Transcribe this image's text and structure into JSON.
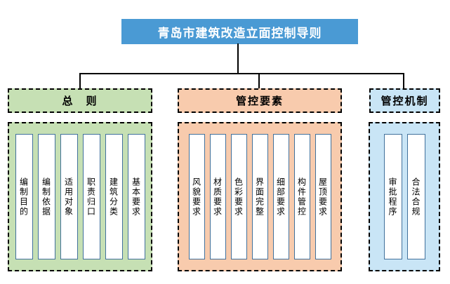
{
  "title": "青岛市建筑改造立面控制导则",
  "colors": {
    "title_bg": "#4A9AD4",
    "green": "#C6E0B4",
    "orange": "#F8CBAD",
    "blue": "#C9E5F6",
    "box_border": "#41719C",
    "line": "#000000"
  },
  "branches": [
    {
      "label": "总　则",
      "items": [
        "编制目的",
        "编制依据",
        "适用对象",
        "职责归口",
        "建筑分类",
        "基本要求"
      ]
    },
    {
      "label": "管控要素",
      "items": [
        "风貌要求",
        "材质要求",
        "色彩要求",
        "界面完整",
        "细部要求",
        "构件管控",
        "屋顶要求"
      ]
    },
    {
      "label": "管控机制",
      "items": [
        "审批程序",
        "合法合规"
      ]
    }
  ]
}
